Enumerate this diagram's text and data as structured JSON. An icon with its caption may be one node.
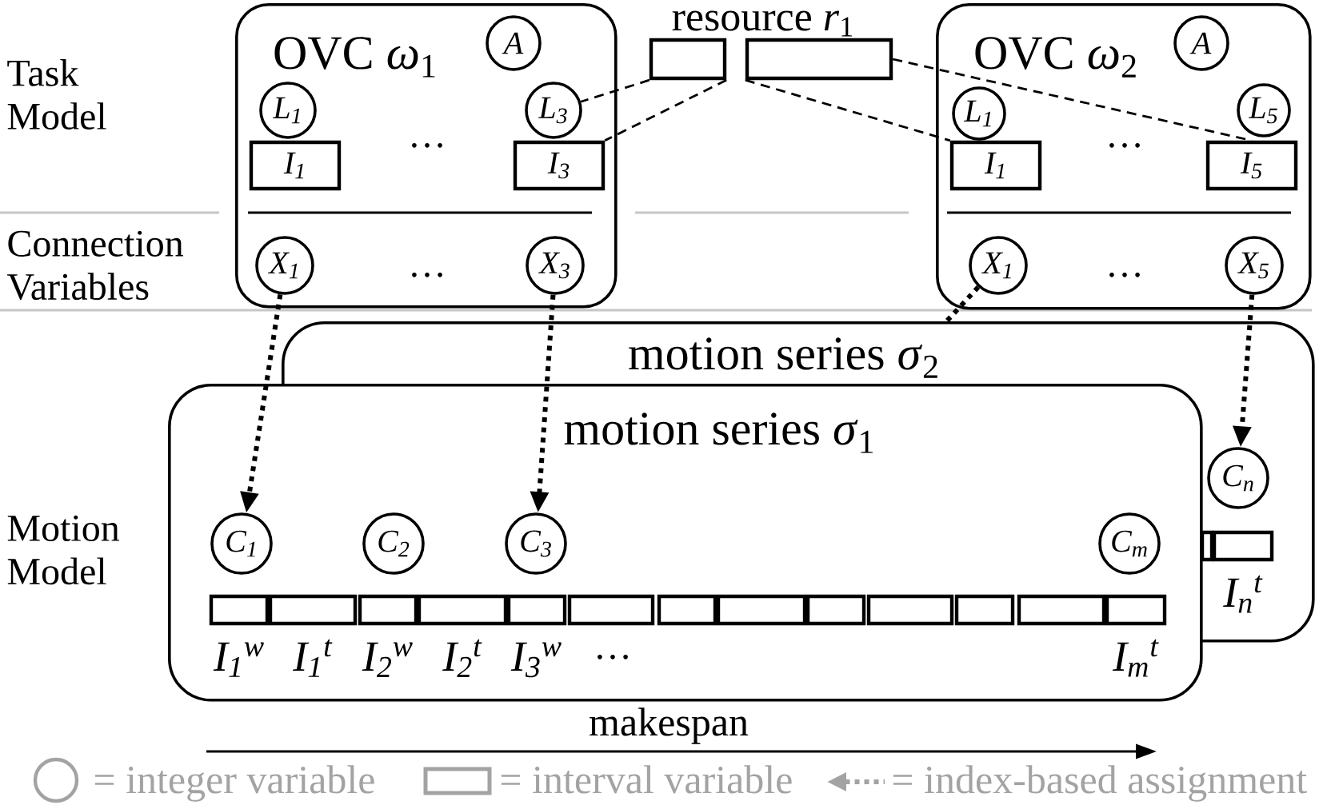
{
  "diagram": {
    "nodes": [
      {
        "text": [
          "OVC *ω*$_{1}$"
        ]
      },
      {
        "text": [
          "A"
        ],
        "in": 0
      },
      {
        "text": [
          "L$_{1}$"
        ],
        "in": 0
      },
      {
        "text": [
          "L$_{3}$"
        ],
        "in": 0
      },
      {
        "text": [
          "I$_{1}$"
        ],
        "in": 0
      },
      {
        "text": [
          "I$_{3}$"
        ],
        "in": 0
      },
      {
        "text": [
          "X$_{1}$"
        ],
        "in": 0
      },
      {
        "text": [
          "X$_{3}$"
        ],
        "in": 0
      },
      {
        "text": [],
        "shape": "box"
      },
      {
        "text": [],
        "shape": "box"
      },
      {
        "text": [
          "OVC *ω*$_{2}$"
        ]
      },
      {
        "text": [
          "A"
        ],
        "in": 10
      },
      {
        "text": [
          "L$_{1}$"
        ],
        "in": 10
      },
      {
        "text": [
          "L$_{5}$"
        ],
        "in": 10
      },
      {
        "text": [
          "I$_{1}$"
        ],
        "in": 10
      },
      {
        "text": [
          "I$_{5}$"
        ],
        "in": 10
      },
      {
        "text": [
          "X$_{1}$"
        ],
        "in": 10
      },
      {
        "text": [
          "X$_{5}$"
        ],
        "in": 10
      },
      {
        "text": [
          "motion series *σ*$_{2}$"
        ]
      },
      {
        "text": [
          "motion series *σ*$_{1}$"
        ]
      },
      {
        "text": [
          "C$_{1}$"
        ],
        "in": 19
      },
      {
        "text": [
          "C$_{2}$"
        ]
      },
      {
        "text": [
          "C$_{3}$"
        ]
      },
      {
        "text": [
          "C$_{m}$"
        ]
      },
      {
        "text": [
          "C$_{n}$"
        ],
        "in": 18
      },
      {
        "text": [],
        "shape": "box",
        "in": 19,
        "beside": [
          "I$_{1}$$^{w}$"
        ]
      },
      {
        "text": [],
        "shape": "box",
        "in": 19,
        "beside": [
          "I$_{1}$$^{t}$"
        ]
      },
      {
        "text": [],
        "shape": "box",
        "beside": [
          "I$_{2}$$^{w}$"
        ]
      },
      {
        "text": [],
        "shape": "box",
        "beside": [
          "I$_{2}$$^{t}$"
        ]
      },
      {
        "text": [],
        "shape": "box",
        "beside": [
          "I$_{3}$$^{w}$"
        ]
      },
      {
        "text": [],
        "shape": "box"
      },
      {
        "text": [],
        "shape": "box"
      },
      {
        "text": [],
        "shape": "box"
      },
      {
        "text": [],
        "shape": "box"
      },
      {
        "text": [],
        "shape": "box"
      },
      {
        "text": [],
        "shape": "box"
      },
      {
        "text": [],
        "shape": "box"
      },
      {
        "text": [],
        "shape": "box",
        "beside": [
          "I$_{m}$$^{t}$"
        ]
      },
      {
        "text": [],
        "shape": "box",
        "in": 18
      },
      {
        "text": [],
        "shape": "box",
        "in": 18,
        "beside": [
          "I$_{n}$$^{t}$"
        ]
      }
    ],
    "edges": [
      {
        "from": 8,
        "to": 3,
        "arrow": "none",
        "style": "dashed"
      },
      {
        "from": 8,
        "to": 5,
        "arrow": "none",
        "style": "dashed"
      },
      {
        "from": 9,
        "to": 14,
        "arrow": "none",
        "style": "dashed"
      },
      {
        "from": 9,
        "to": 15,
        "arrow": "none",
        "style": "dashed"
      },
      {
        "from": 6,
        "to": 20,
        "arrow": "to"
      },
      {
        "from": 7,
        "to": 22,
        "arrow": "to"
      },
      {
        "from": 16,
        "to": 18,
        "arrow": "none"
      },
      {
        "from": 17,
        "to": 24,
        "arrow": "to"
      }
    ],
    "labels": [
      "Task Model",
      "resource *r*$_{1}$",
      "…",
      "…",
      "Connection Variables",
      "…",
      "…",
      "Motion Model",
      "…",
      "makespan"
    ],
    "legend": [
      {
        "text": "= integer variable"
      },
      {
        "text": "= interval variable"
      },
      {
        "text": "= index-based assignment"
      }
    ]
  }
}
